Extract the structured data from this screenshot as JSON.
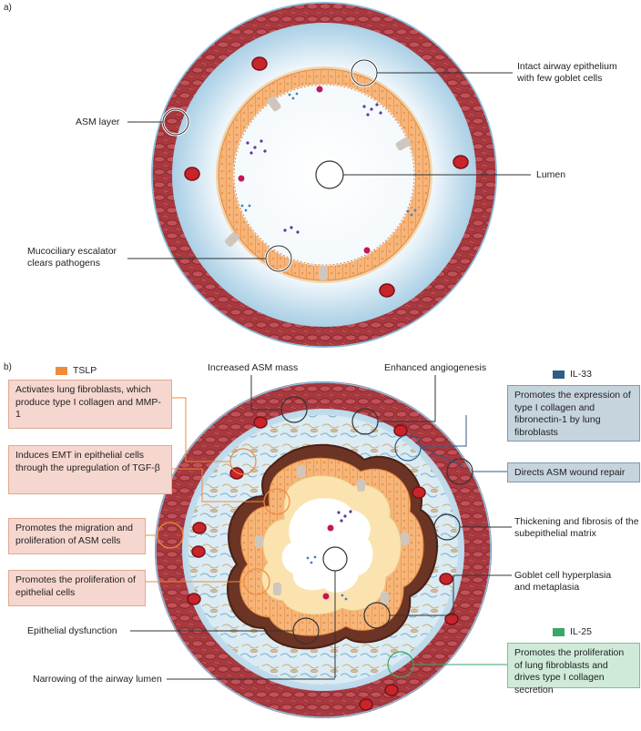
{
  "panel_a": {
    "tag": "a)",
    "labels": {
      "epithelium": "Intact airway epithelium\nwith few goblet cells",
      "asm": "ASM layer",
      "lumen": "Lumen",
      "mucociliary": "Mucociliary escalator\nclears pathogens"
    }
  },
  "panel_b": {
    "tag": "b)",
    "legend": {
      "tslp": "TSLP",
      "il33": "IL-33",
      "il25": "IL-25"
    },
    "top_labels": {
      "asm_mass": "Increased ASM mass",
      "angiogenesis": "Enhanced angiogenesis"
    },
    "tslp_boxes": [
      "Activates lung fibroblasts, which produce type I collagen and MMP-1",
      "Induces EMT in epithelial cells through the upregulation of TGF-β",
      "Promotes the migration and proliferation of ASM cells",
      "Promotes the proliferation of epithelial cells"
    ],
    "il33_boxes": [
      "Promotes the expression of type I collagen and fibronectin-1 by lung fibroblasts",
      "Directs ASM wound repair"
    ],
    "il25_box": "Promotes the proliferation of lung fibroblasts and drives type I collagen secretion",
    "right_labels": {
      "thickening": "Thickening and fibrosis of the\nsubepithelial matrix",
      "goblet": "Goblet cell hyperplasia\nand metaplasia"
    },
    "left_labels": {
      "dysfunction": "Epithelial dysfunction"
    },
    "bottom_labels": {
      "narrowing": "Narrowing of the airway lumen"
    }
  },
  "colors": {
    "tslp": "#f08a3c",
    "il33": "#2e5d86",
    "il25": "#3aa66a",
    "outer_ring": "#9fc7e0",
    "asm": "#a8393f",
    "epithelium": "#f6b57a",
    "lumen": "#ffffff"
  }
}
